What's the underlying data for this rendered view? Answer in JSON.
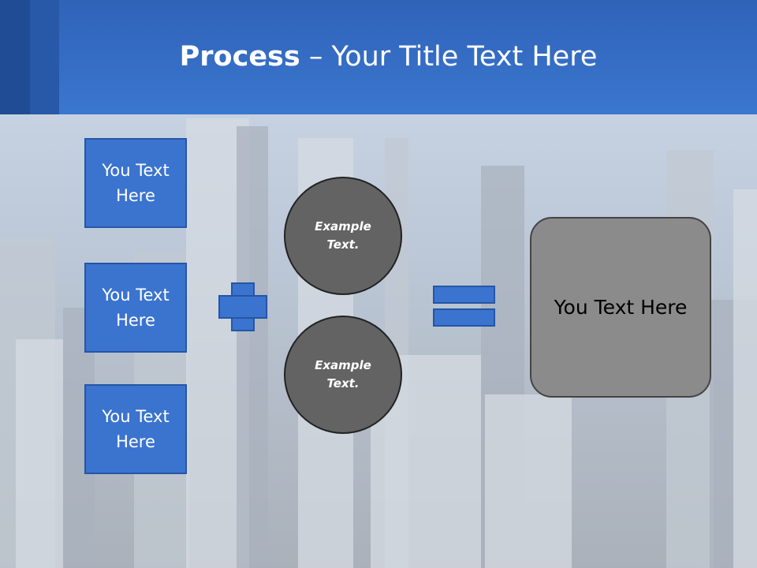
{
  "title": {
    "bold": "Process",
    "rest": " – Your Title Text Here"
  },
  "left_boxes": [
    {
      "line1": "You Text",
      "line2": "Here"
    },
    {
      "line1": "You Text",
      "line2": "Here"
    },
    {
      "line1": "You Text",
      "line2": "Here"
    }
  ],
  "circles": [
    {
      "line1": "Example",
      "line2": "Text."
    },
    {
      "line1": "Example",
      "line2": "Text."
    }
  ],
  "result": {
    "text": "You Text Here"
  },
  "colors": {
    "header": "#3b76cf",
    "box_fill": "#3b74cf",
    "circle_fill": "#636363",
    "result_fill": "#8b8b8b"
  }
}
